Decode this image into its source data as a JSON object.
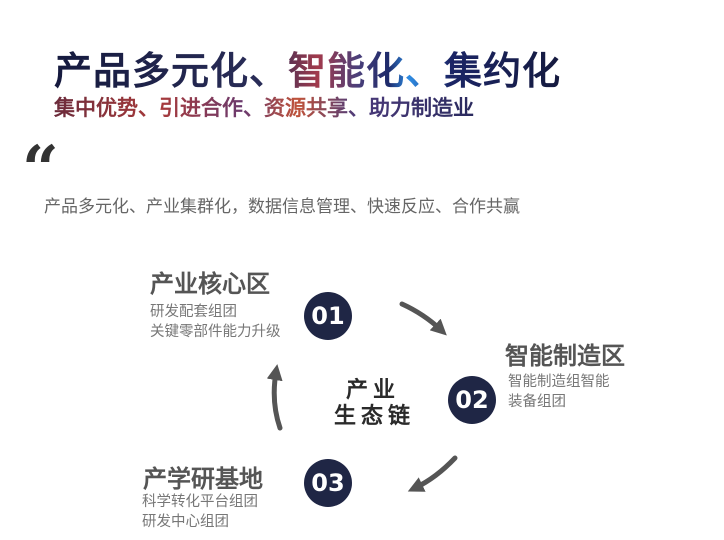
{
  "header": {
    "title": "产品多元化、智能化、集约化",
    "subtitle": "集中优势、引进合作、资源共享、助力制造业"
  },
  "quote": {
    "icon": "quote-open-icon",
    "text": "产品多元化、产业集群化，数据信息管理、快速反应、合作共赢"
  },
  "cycle": {
    "center": [
      "产业",
      "生态链"
    ],
    "items": [
      {
        "number": "01",
        "title": "产业核心区",
        "lines": [
          "研发配套组团",
          "关键零部件能力升级"
        ]
      },
      {
        "number": "02",
        "title": "智能制造区",
        "lines": [
          "智能制造组智能",
          "装备组团"
        ]
      },
      {
        "number": "03",
        "title": "产学研基地",
        "lines": [
          "科学转化平台组团",
          "研发中心组团"
        ]
      }
    ],
    "arrow_color": "#555555"
  },
  "colors": {
    "badge": "#1f2645"
  }
}
